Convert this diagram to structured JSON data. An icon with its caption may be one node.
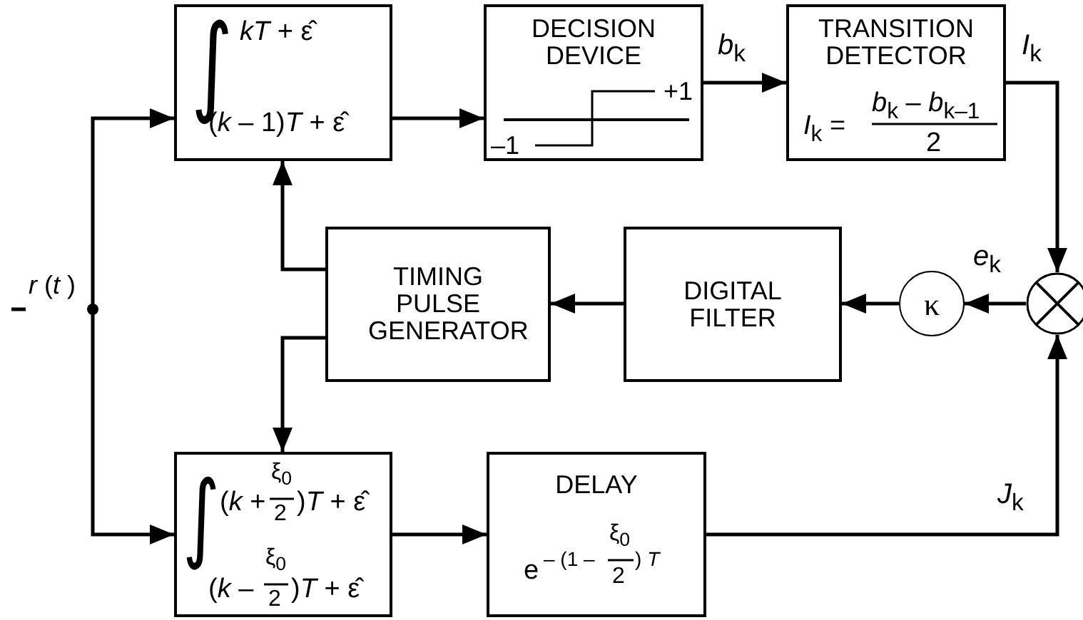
{
  "diagram": {
    "nodes": [
      {
        "text": [
          "*r* (*t* )"
        ]
      },
      {
        "text": [
          "∫",
          "*kT* + ε̂",
          "(*k* – 1)*T* + ε̂"
        ]
      },
      {
        "text": [
          "DECISION DEVICE",
          "+1",
          "–1"
        ]
      },
      {
        "text": [
          "TRANSITION DETECTOR",
          "*I*$_{k}$ =",
          "*b*$_{k}$ – *b*$_{k–1}$",
          "2"
        ]
      },
      {
        "text": [],
        "shape": "circle"
      },
      {
        "text": [
          "κ"
        ]
      },
      {
        "text": [
          "DIGITAL FILTER"
        ]
      },
      {
        "text": [
          "TIMING PULSE GENERATOR"
        ]
      },
      {
        "text": [
          "∫",
          "(*k* +",
          "ξ$_{0}$",
          "2",
          ")*T* + ε̂",
          "(*k* –",
          "ξ$_{0}$",
          "2",
          ")*T* + ε̂"
        ]
      },
      {
        "text": [
          "DELAY",
          "e",
          "– (1 –",
          "ξ$_{0}$",
          "2",
          ") *T*"
        ]
      }
    ],
    "edges": [
      {
        "from": null,
        "to": 0,
        "arrow": "none"
      },
      {
        "from": 0,
        "to": 1,
        "arrow": "to"
      },
      {
        "from": 0,
        "to": 8,
        "arrow": "to"
      },
      {
        "from": 1,
        "to": 2,
        "arrow": "to"
      },
      {
        "from": 2,
        "to": 3,
        "arrow": "to",
        "label": "*b*$_{k}$"
      },
      {
        "from": 3,
        "to": 4,
        "arrow": "to",
        "label": "*I*$_{k}$"
      },
      {
        "from": 4,
        "to": 5,
        "arrow": "to",
        "label": "*e*$_{k}$"
      },
      {
        "from": 5,
        "to": 6,
        "arrow": "to"
      },
      {
        "from": 6,
        "to": 7,
        "arrow": "to"
      },
      {
        "from": 7,
        "to": 1,
        "arrow": "to"
      },
      {
        "from": 7,
        "to": 8,
        "arrow": "to"
      },
      {
        "from": 8,
        "to": 9,
        "arrow": "to"
      },
      {
        "from": 9,
        "to": 4,
        "arrow": "to",
        "label": "*J*$_{k}$"
      }
    ]
  }
}
